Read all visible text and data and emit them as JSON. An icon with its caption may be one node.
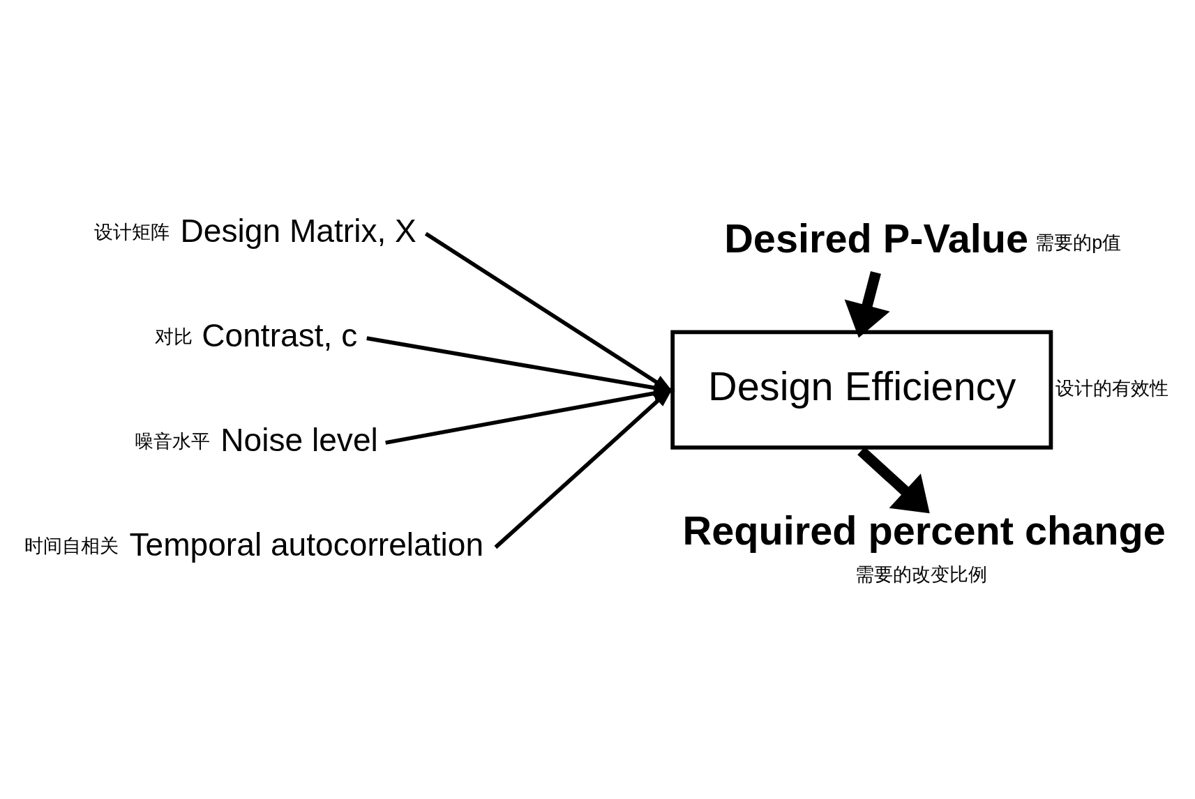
{
  "diagram": {
    "nodes": [
      {
        "text": [
          "Desired P-Value"
        ],
        "beside": [
          "需要的p值"
        ]
      },
      {
        "text": [
          "Design Matrix, X"
        ],
        "beside": [
          "设计矩阵"
        ]
      },
      {
        "text": [
          "Contrast, c"
        ],
        "beside": [
          "对比"
        ]
      },
      {
        "text": [
          "Noise level"
        ],
        "beside": [
          "噪音水平"
        ]
      },
      {
        "text": [
          "Temporal autocorrelation"
        ],
        "beside": [
          "时间自相关"
        ]
      },
      {
        "text": [
          "Design Efficiency"
        ],
        "beside": [
          "设计的有效性"
        ]
      },
      {
        "text": [
          "Required percent change"
        ],
        "beside": [
          "需要的改变比例"
        ]
      }
    ],
    "edges": [
      {
        "from": 0,
        "to": 5,
        "arrow": "to",
        "style": "thick"
      },
      {
        "from": 1,
        "to": 5,
        "arrow": "to"
      },
      {
        "from": 2,
        "to": 5,
        "arrow": "to"
      },
      {
        "from": 3,
        "to": 5,
        "arrow": "to"
      },
      {
        "from": 4,
        "to": 5,
        "arrow": "to"
      },
      {
        "from": 5,
        "to": 6,
        "arrow": "to",
        "style": "thick"
      }
    ]
  }
}
